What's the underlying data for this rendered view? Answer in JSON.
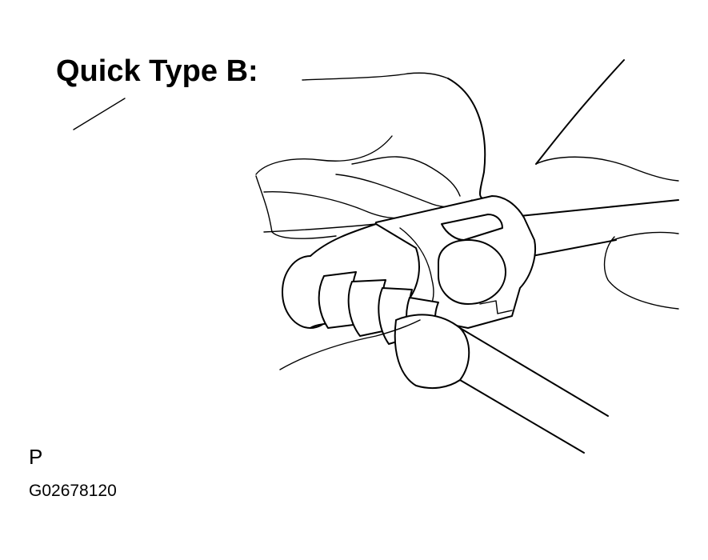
{
  "diagram": {
    "title": "Quick Type B:",
    "mark": "P",
    "figure_code": "G02678120"
  },
  "colors": {
    "ink": "#000000",
    "paper": "#ffffff"
  }
}
